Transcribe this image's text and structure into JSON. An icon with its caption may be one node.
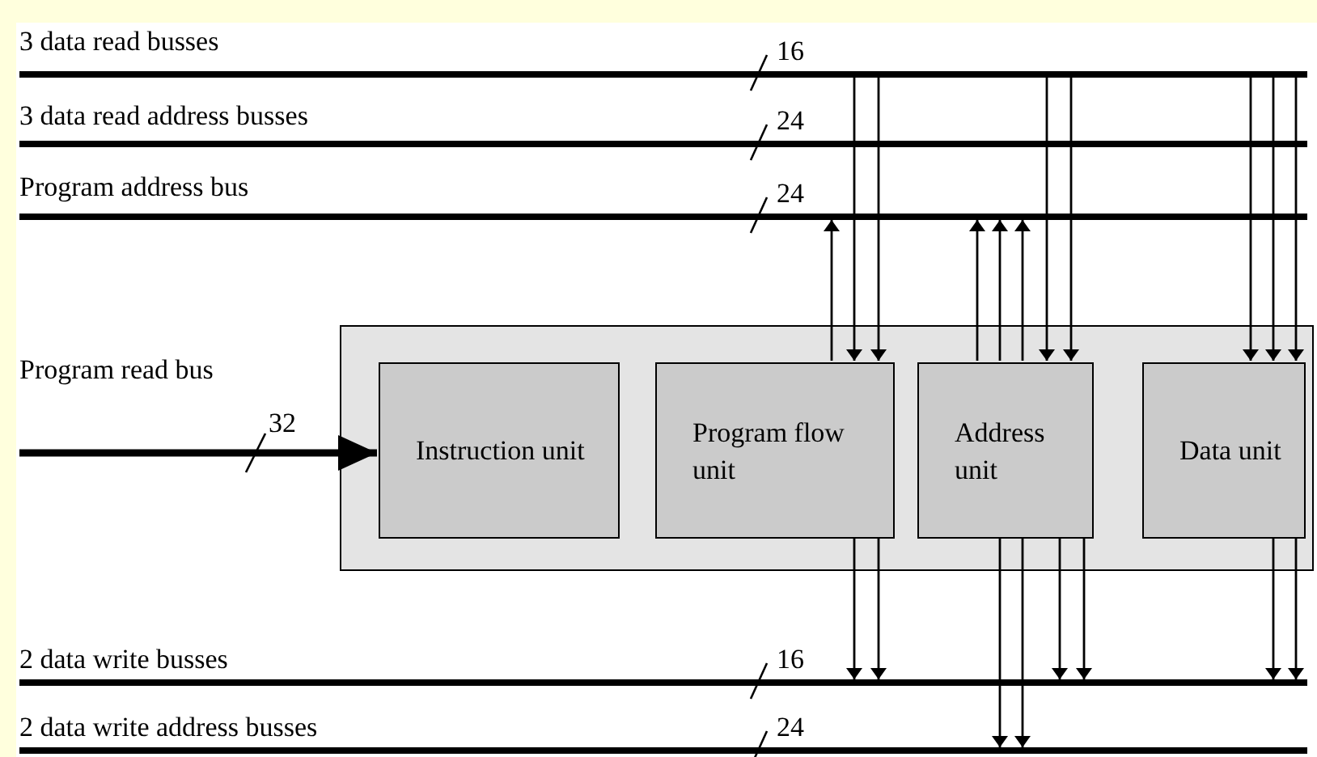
{
  "diagram": {
    "nodes": [
      {
        "text": [
          "3 data read busses"
        ],
        "beside": [
          "16"
        ]
      },
      {
        "text": [
          "3 data read address busses"
        ],
        "beside": [
          "24"
        ]
      },
      {
        "text": [
          "Program address bus"
        ],
        "beside": [
          "24"
        ]
      },
      {
        "text": [],
        "shape": "box"
      },
      {
        "text": [
          "Instruction unit"
        ],
        "in": 3
      },
      {
        "text": [
          "Program flow unit"
        ],
        "in": 3
      },
      {
        "text": [
          "Address unit"
        ],
        "in": 3
      },
      {
        "text": [
          "Data unit"
        ],
        "in": 3
      },
      {
        "text": [
          "2 data write busses"
        ],
        "beside": [
          "16"
        ]
      },
      {
        "text": [
          "2 data write address busses"
        ],
        "beside": [
          "24"
        ]
      }
    ],
    "edges": [
      {
        "from": null,
        "to": 4,
        "arrow": "to",
        "label": "32",
        "style": "thick"
      },
      {
        "from": 5,
        "to": 2,
        "arrow": "to"
      },
      {
        "from": 0,
        "to": 5,
        "arrow": "to"
      },
      {
        "from": 0,
        "to": 5,
        "arrow": "to"
      },
      {
        "from": 6,
        "to": 2,
        "arrow": "to"
      },
      {
        "from": 6,
        "to": 2,
        "arrow": "to"
      },
      {
        "from": 6,
        "to": 2,
        "arrow": "to"
      },
      {
        "from": 0,
        "to": 6,
        "arrow": "to"
      },
      {
        "from": 0,
        "to": 6,
        "arrow": "to"
      },
      {
        "from": 0,
        "to": 7,
        "arrow": "to"
      },
      {
        "from": 0,
        "to": 7,
        "arrow": "to"
      },
      {
        "from": 0,
        "to": 7,
        "arrow": "to"
      },
      {
        "from": 5,
        "to": 8,
        "arrow": "to"
      },
      {
        "from": 5,
        "to": 8,
        "arrow": "to"
      },
      {
        "from": 6,
        "to": 9,
        "arrow": "to"
      },
      {
        "from": 6,
        "to": 9,
        "arrow": "to"
      },
      {
        "from": 6,
        "to": 8,
        "arrow": "to"
      },
      {
        "from": 6,
        "to": 8,
        "arrow": "to"
      },
      {
        "from": 7,
        "to": 8,
        "arrow": "to"
      },
      {
        "from": 7,
        "to": 8,
        "arrow": "to"
      }
    ],
    "labels": [
      "Program read bus"
    ]
  }
}
